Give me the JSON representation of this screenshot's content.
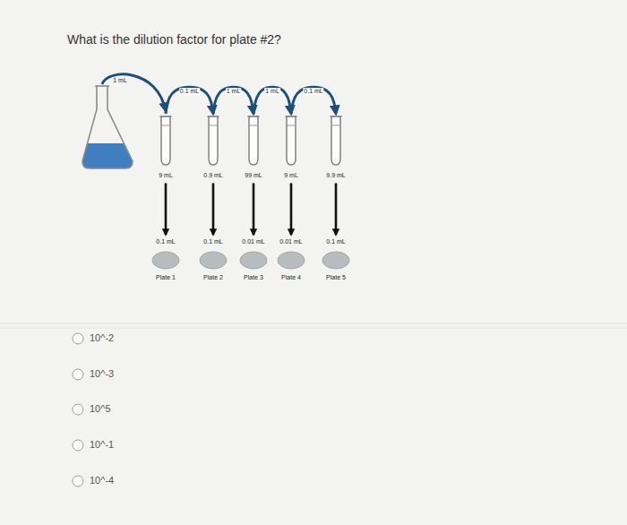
{
  "diagram": {
    "title": "What is the dilution factor for plate #2?",
    "nodes": [
      {
        "text": [
          "9 mL"
        ]
      },
      {
        "text": [
          "0.9 mL"
        ]
      },
      {
        "text": [
          "99 mL"
        ]
      },
      {
        "text": [
          "9 mL"
        ]
      },
      {
        "text": [
          "9.9 mL"
        ]
      },
      {
        "text": [
          "Plate 1"
        ]
      },
      {
        "text": [
          "Plate 2"
        ]
      },
      {
        "text": [
          "Plate 3"
        ]
      },
      {
        "text": [
          "Plate 4"
        ]
      },
      {
        "text": [
          "Plate 5"
        ]
      }
    ],
    "edges": [
      {
        "from": 0,
        "to": 1,
        "label": "0.1 mL",
        "arrow": "to"
      },
      {
        "from": 1,
        "to": 2,
        "label": "1 mL",
        "arrow": "to"
      },
      {
        "from": 2,
        "to": 3,
        "label": "1 mL",
        "arrow": "to"
      },
      {
        "from": 3,
        "to": 4,
        "label": "0.1 mL",
        "arrow": "to"
      },
      {
        "from": 0,
        "to": 5,
        "label": "0.1 mL",
        "arrow": "to"
      },
      {
        "from": 1,
        "to": 6,
        "label": "0.1 mL",
        "arrow": "to"
      },
      {
        "from": 2,
        "to": 7,
        "label": "0.01 mL",
        "arrow": "to"
      },
      {
        "from": 3,
        "to": 8,
        "label": "0.01 mL",
        "arrow": "to"
      },
      {
        "from": 4,
        "to": 9,
        "label": "0.1 mL",
        "arrow": "to"
      }
    ],
    "labels": [
      "1 mL",
      "10^-2",
      "10^-3",
      "10^5",
      "10^-1",
      "10^-4"
    ]
  }
}
